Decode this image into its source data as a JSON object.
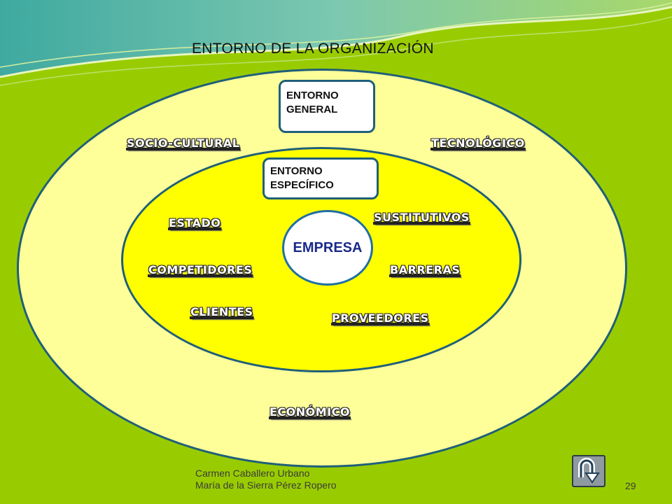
{
  "slide": {
    "title": "ENTORNO DE LA ORGANIZACIÓN",
    "boxes": {
      "general": "ENTORNO\nGENERAL",
      "especifico": "ENTORNO\nESPECÍFICO"
    },
    "core": "EMPRESA",
    "general_factors": {
      "socio_cultural": "SOCIO-CULTURAL",
      "tecnologico": "TECNOLÓGICO",
      "economico": "ECONÓMICO"
    },
    "specific_factors": {
      "estado": "ESTADO",
      "sustitutivos": "SUSTITUTIVOS",
      "competidores": "COMPETIDORES",
      "barreras": "BARRERAS",
      "clientes": "CLIENTES",
      "proveedores": "PROVEEDORES"
    },
    "footer": {
      "authors": "Carmen Caballero Urbano\nMaría de la Sierra Pérez Ropero",
      "page_number": "29"
    },
    "nav": {
      "back_icon": "u-turn-back-icon"
    },
    "colors": {
      "background": "#99cc00",
      "outer_ellipse": "#ffff99",
      "inner_ellipse": "#ffff00",
      "core": "#ffffff",
      "outline": "#1f5f7a",
      "core_text": "#1a2a8a"
    }
  }
}
